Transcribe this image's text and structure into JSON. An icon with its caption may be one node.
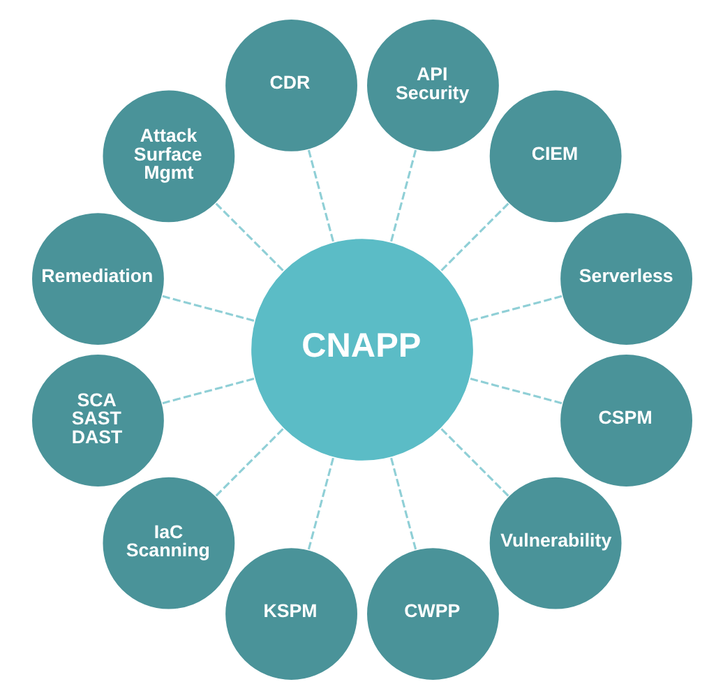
{
  "diagram": {
    "nodes": [
      {
        "text": [
          "CNAPP"
        ]
      },
      {
        "text": [
          "API Security"
        ]
      },
      {
        "text": [
          "CIEM"
        ]
      },
      {
        "text": [
          "Serverless"
        ]
      },
      {
        "text": [
          "CSPM"
        ]
      },
      {
        "text": [
          "Vulnerability"
        ]
      },
      {
        "text": [
          "CWPP"
        ]
      },
      {
        "text": [
          "KSPM"
        ]
      },
      {
        "text": [
          "IaC Scanning"
        ]
      },
      {
        "text": [
          "SCA SAST DAST"
        ]
      },
      {
        "text": [
          "Remediation"
        ]
      },
      {
        "text": [
          "Attack Surface Mgmt"
        ]
      },
      {
        "text": [
          "CDR"
        ]
      }
    ],
    "edges": [
      {
        "from": 0,
        "to": 1,
        "arrow": "none",
        "style": "dashed"
      },
      {
        "from": 0,
        "to": 2,
        "arrow": "none",
        "style": "dashed"
      },
      {
        "from": 0,
        "to": 3,
        "arrow": "none",
        "style": "dashed"
      },
      {
        "from": 0,
        "to": 4,
        "arrow": "none",
        "style": "dashed"
      },
      {
        "from": 0,
        "to": 5,
        "arrow": "none",
        "style": "dashed"
      },
      {
        "from": 0,
        "to": 6,
        "arrow": "none",
        "style": "dashed"
      },
      {
        "from": 0,
        "to": 7,
        "arrow": "none",
        "style": "dashed"
      },
      {
        "from": 0,
        "to": 8,
        "arrow": "none",
        "style": "dashed"
      },
      {
        "from": 0,
        "to": 9,
        "arrow": "none",
        "style": "dashed"
      },
      {
        "from": 0,
        "to": 10,
        "arrow": "none",
        "style": "dashed"
      },
      {
        "from": 0,
        "to": 11,
        "arrow": "none",
        "style": "dashed"
      },
      {
        "from": 0,
        "to": 12,
        "arrow": "none",
        "style": "dashed"
      }
    ]
  }
}
